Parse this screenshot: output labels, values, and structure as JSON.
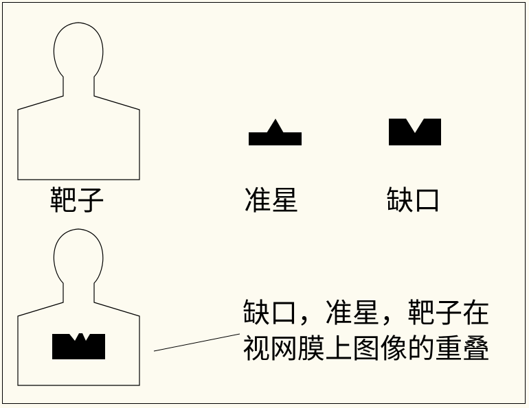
{
  "labels": {
    "target": "靶子",
    "front_sight": "准星",
    "rear_notch": "缺口"
  },
  "caption": {
    "line1": "缺口，准星，靶子在",
    "line2": "视网膜上图像的重叠"
  },
  "colors": {
    "background": "#fdfbf0",
    "stroke": "#000000",
    "fill": "#000000"
  }
}
